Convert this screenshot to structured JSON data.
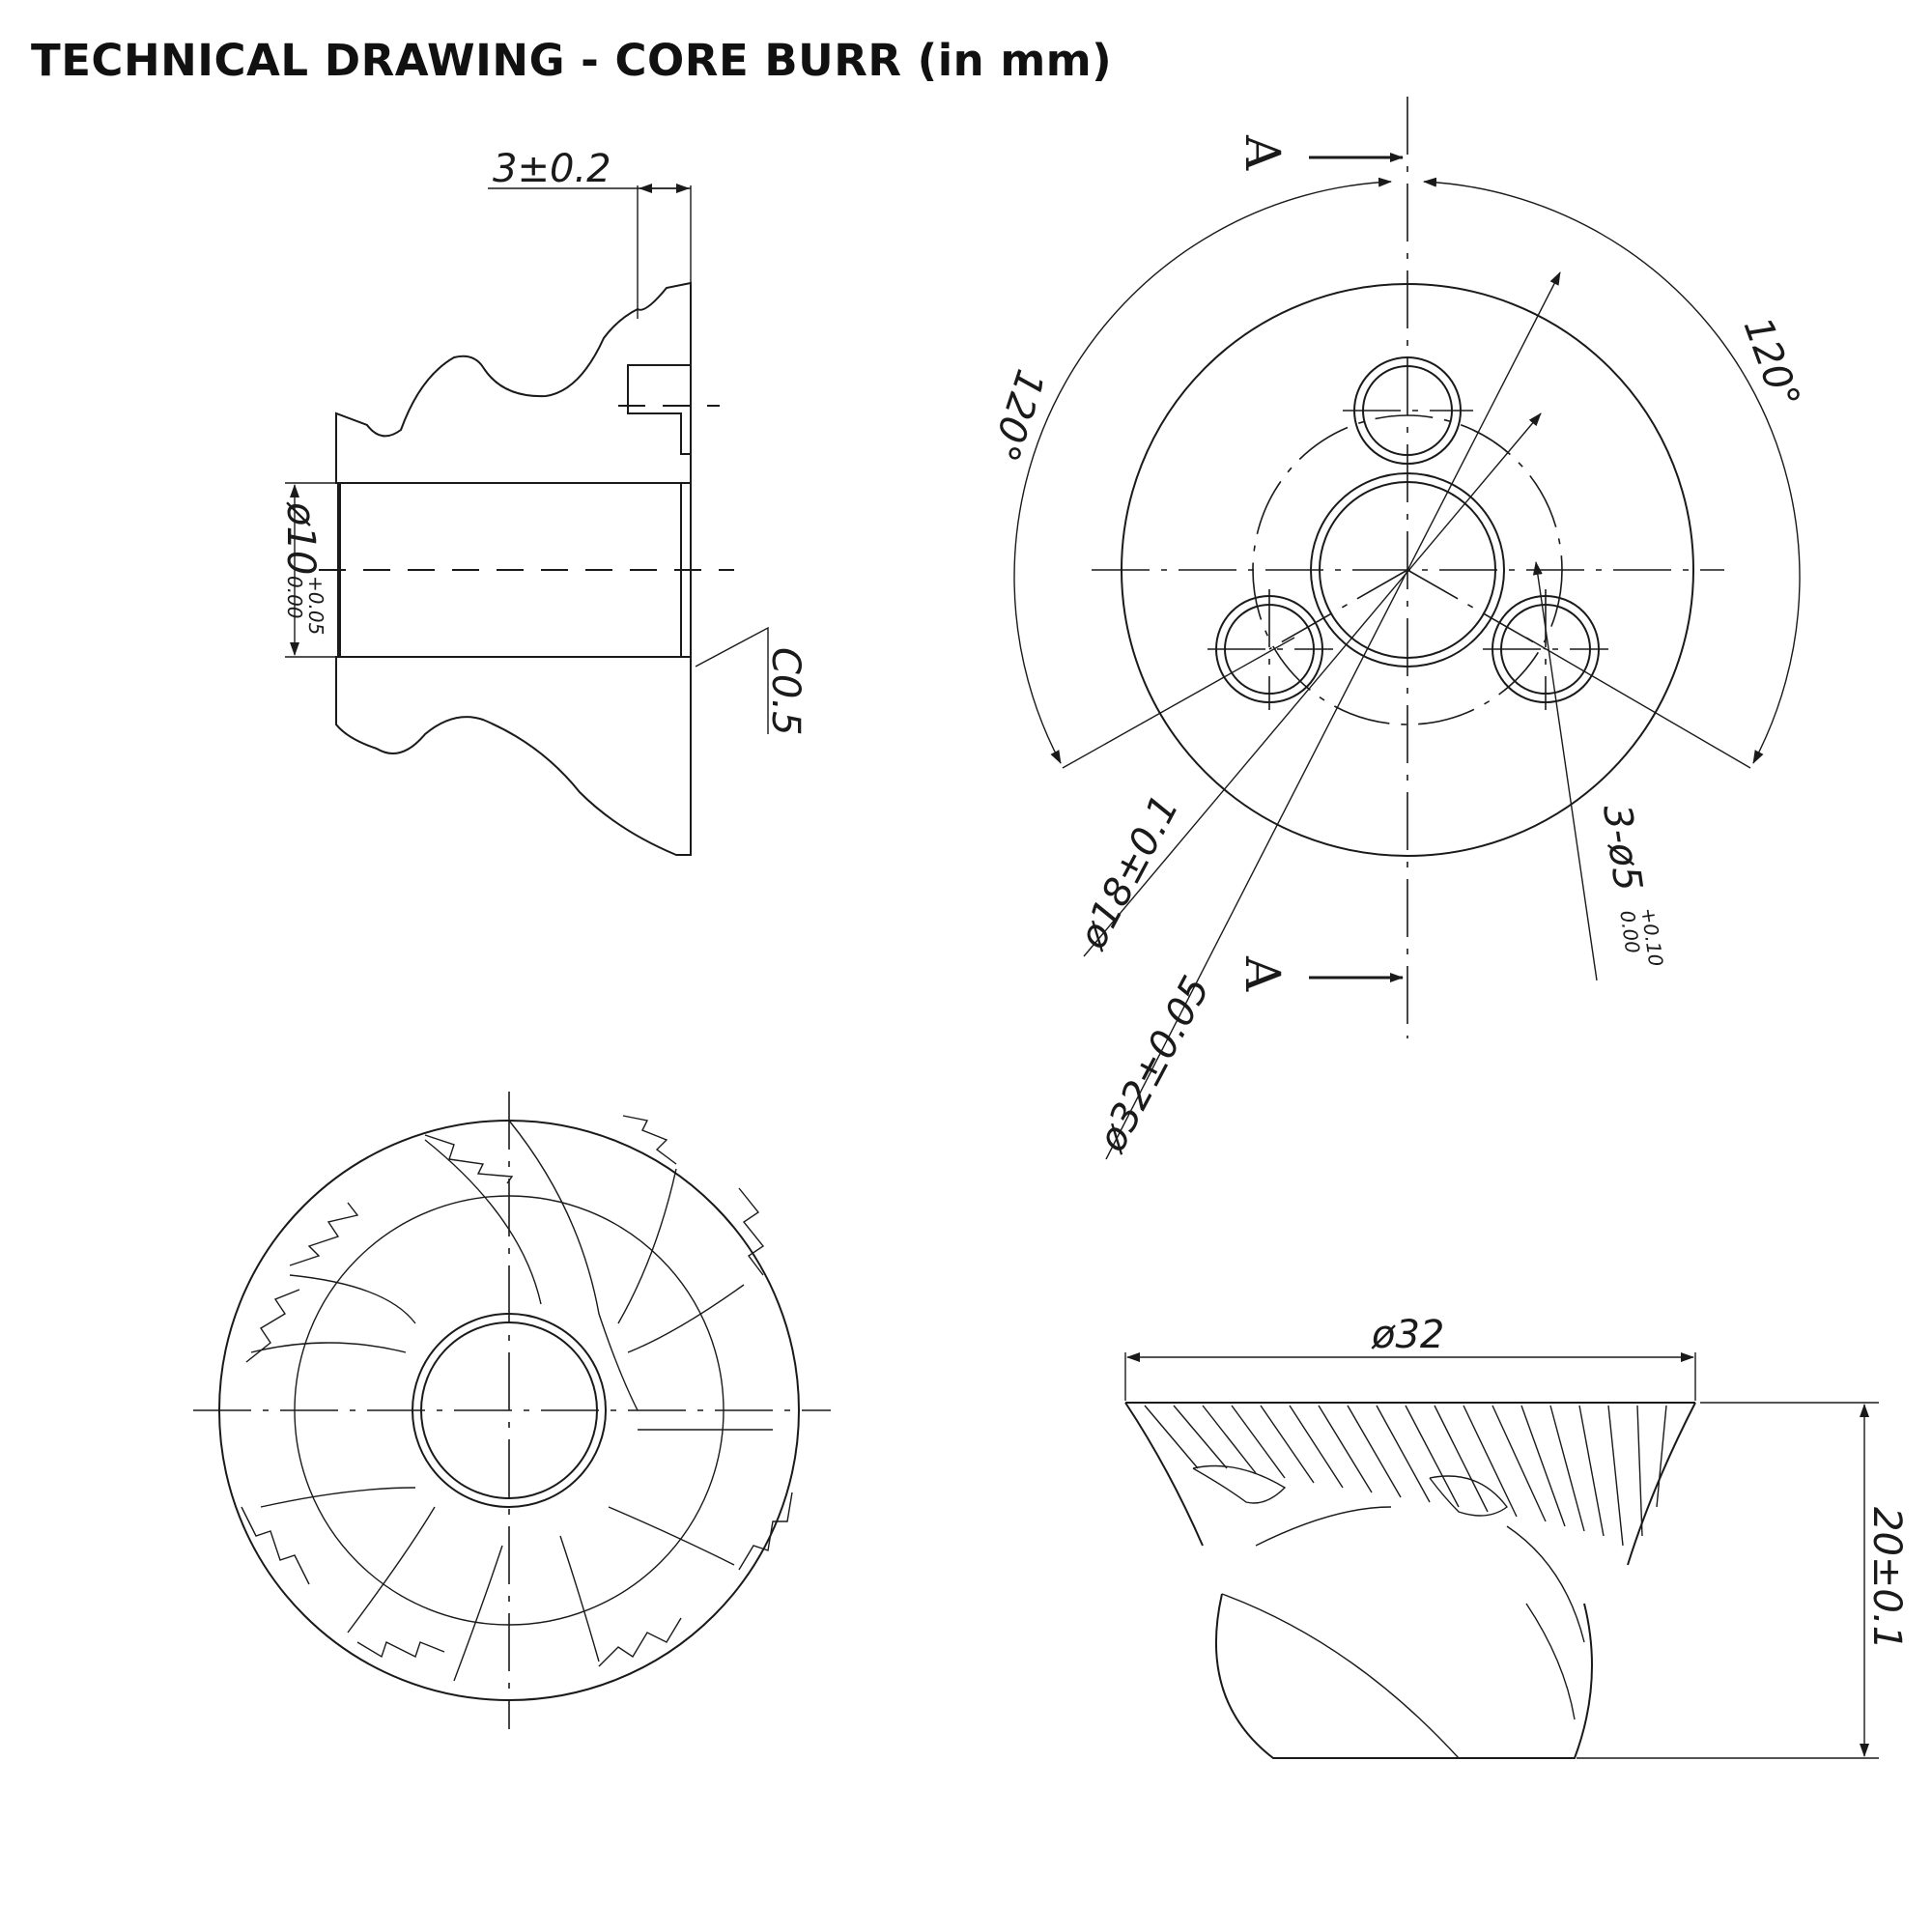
{
  "title": "TECHNICAL DRAWING - CORE BURR (in mm)",
  "section_view": {
    "dim_thickness": "3±0.2",
    "dim_bore": "ø10",
    "dim_bore_tol_upper": "+0.05",
    "dim_bore_tol_lower": "0.00",
    "dim_chamfer": "C0.5"
  },
  "top_view": {
    "angle_left": "120°",
    "angle_right": "120°",
    "dim_inner": "ø18±0.1",
    "dim_outer": "ø32±0.05",
    "dim_holes": "3-ø5",
    "dim_holes_tol_upper": "+0.10",
    "dim_holes_tol_lower": "0.00",
    "section_label_top": "A",
    "section_label_bottom": "A"
  },
  "side_view": {
    "dim_diameter": "ø32",
    "dim_height": "20±0.1"
  }
}
